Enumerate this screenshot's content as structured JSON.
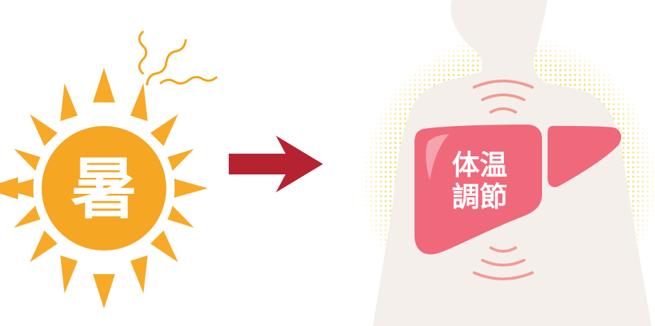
{
  "sun": {
    "label": "暑"
  },
  "liver": {
    "label_line1": "体温",
    "label_line2": "調節"
  },
  "colors": {
    "sun_orange": "#F5A623",
    "sun_rays": "#F7A928",
    "heat_wave": "#F2A516",
    "arrow": "#B52331",
    "body_silhouette": "#F4EFEA",
    "dot_halo": "#F6E27A",
    "liver": "#F0697A",
    "liver_highlight": "#F7A3AE",
    "signal_waves": "#F39A92",
    "label_text": "#FFFFFF"
  },
  "icons": {
    "sun": "sun-icon",
    "heat": "heat-wave-icon",
    "arrow": "arrow-right-icon",
    "body": "human-torso-icon",
    "liver": "liver-icon"
  }
}
